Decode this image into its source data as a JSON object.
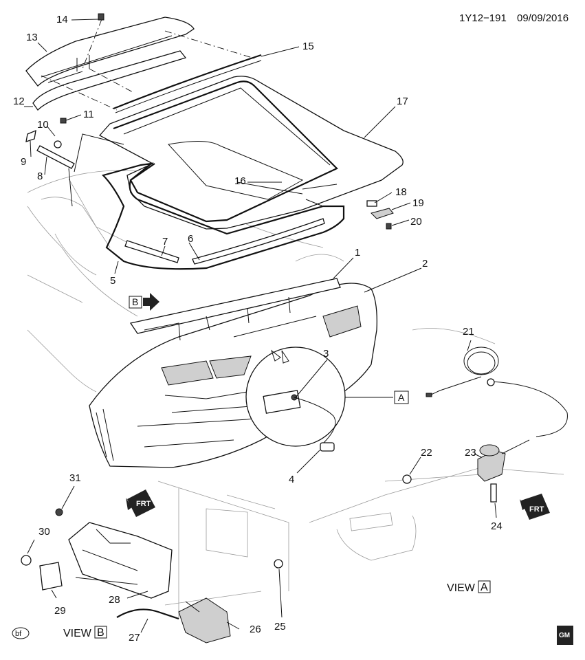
{
  "header": {
    "code": "1Y12−191",
    "date": "09/09/2016"
  },
  "callouts": [
    "1",
    "2",
    "3",
    "4",
    "5",
    "6",
    "7",
    "8",
    "9",
    "10",
    "11",
    "12",
    "13",
    "14",
    "15",
    "16",
    "17",
    "18",
    "19",
    "20",
    "21",
    "22",
    "23",
    "24",
    "25",
    "26",
    "27",
    "28",
    "29",
    "30",
    "31"
  ],
  "view_labels": {
    "view_b_word": "VIEW",
    "view_b_letter": "B",
    "view_a_word": "VIEW",
    "view_a_letter": "A",
    "ref_a_letter": "A",
    "ref_b_letter": "B"
  },
  "frt_label": "FRT",
  "corner_mark": "bf",
  "logo": "GM"
}
